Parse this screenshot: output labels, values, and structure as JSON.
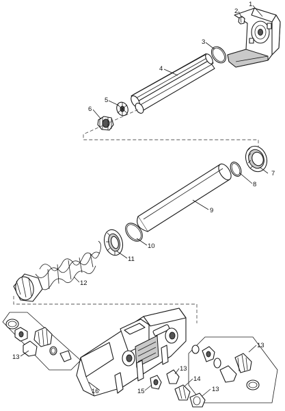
{
  "diagram": {
    "callouts": [
      {
        "id": "c1",
        "text": "1"
      },
      {
        "id": "c2",
        "text": "2"
      },
      {
        "id": "c3",
        "text": "3"
      },
      {
        "id": "c4",
        "text": "4"
      },
      {
        "id": "c5",
        "text": "5"
      },
      {
        "id": "c6",
        "text": "6"
      },
      {
        "id": "c7",
        "text": "7"
      },
      {
        "id": "c8",
        "text": "8"
      },
      {
        "id": "c9",
        "text": "9"
      },
      {
        "id": "c10",
        "text": "10"
      },
      {
        "id": "c11",
        "text": "11"
      },
      {
        "id": "c12",
        "text": "12"
      },
      {
        "id": "c13a",
        "text": "13"
      },
      {
        "id": "c13b",
        "text": "13"
      },
      {
        "id": "c13c",
        "text": "13"
      },
      {
        "id": "c13d",
        "text": "13"
      },
      {
        "id": "c14",
        "text": "14"
      },
      {
        "id": "c15",
        "text": "15"
      },
      {
        "id": "c16",
        "text": "16"
      }
    ]
  },
  "colors": {
    "line": "#1a1a1a",
    "shade": "#c9c9c9",
    "dark": "#555555"
  }
}
